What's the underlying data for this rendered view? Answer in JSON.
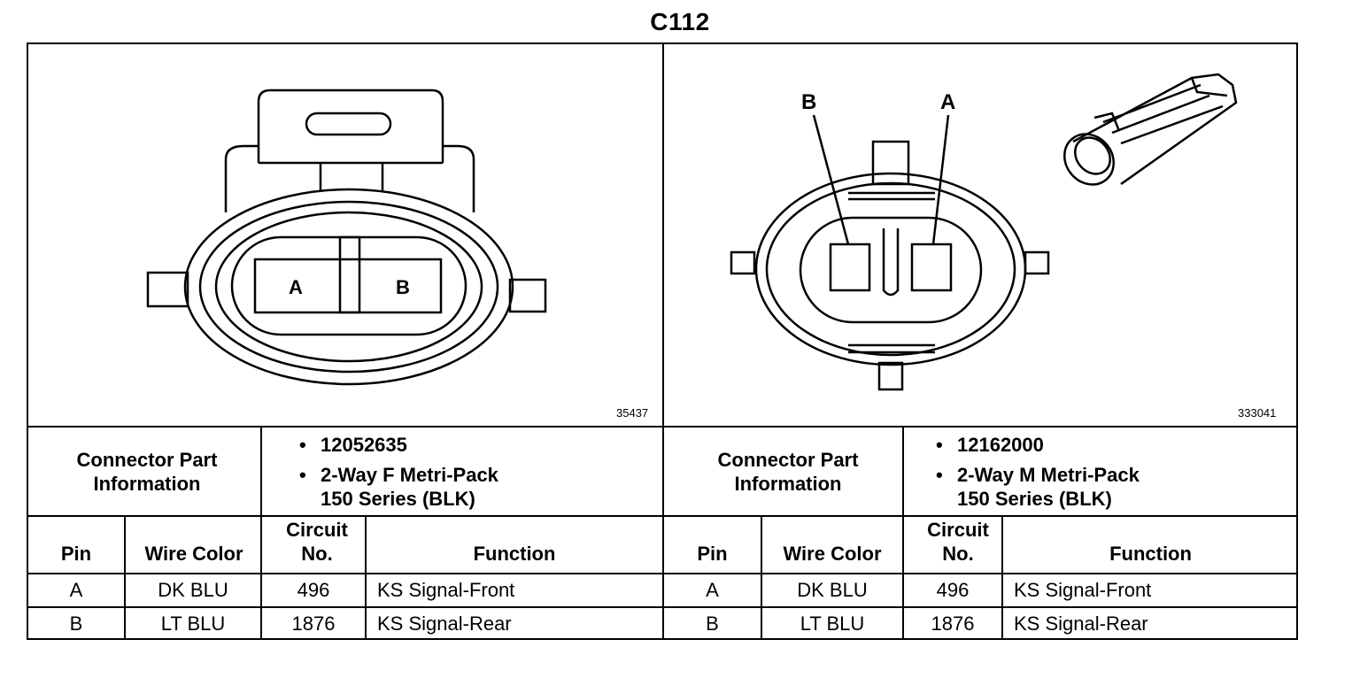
{
  "title": "C112",
  "left_connector": {
    "figure_number": "35437",
    "pin_labels": [
      "A",
      "B"
    ],
    "info_label": "Connector Part Information",
    "part_number": "12052635",
    "description_line1": "2-Way F Metri-Pack",
    "description_line2": "150 Series (BLK)",
    "headers": {
      "pin": "Pin",
      "wire_color": "Wire Color",
      "circuit": "Circuit No.",
      "function": "Function"
    },
    "rows": [
      {
        "pin": "A",
        "wire_color": "DK BLU",
        "circuit": "496",
        "function": "KS Signal-Front"
      },
      {
        "pin": "B",
        "wire_color": "LT BLU",
        "circuit": "1876",
        "function": "KS Signal-Rear"
      }
    ]
  },
  "right_connector": {
    "figure_number": "333041",
    "pin_labels": [
      "B",
      "A"
    ],
    "info_label": "Connector Part Information",
    "part_number": "12162000",
    "description_line1": "2-Way M Metri-Pack",
    "description_line2": "150 Series (BLK)",
    "headers": {
      "pin": "Pin",
      "wire_color": "Wire Color",
      "circuit": "Circuit No.",
      "function": "Function"
    },
    "rows": [
      {
        "pin": "A",
        "wire_color": "DK BLU",
        "circuit": "496",
        "function": "KS Signal-Front"
      },
      {
        "pin": "B",
        "wire_color": "LT BLU",
        "circuit": "1876",
        "function": "KS Signal-Rear"
      }
    ]
  }
}
